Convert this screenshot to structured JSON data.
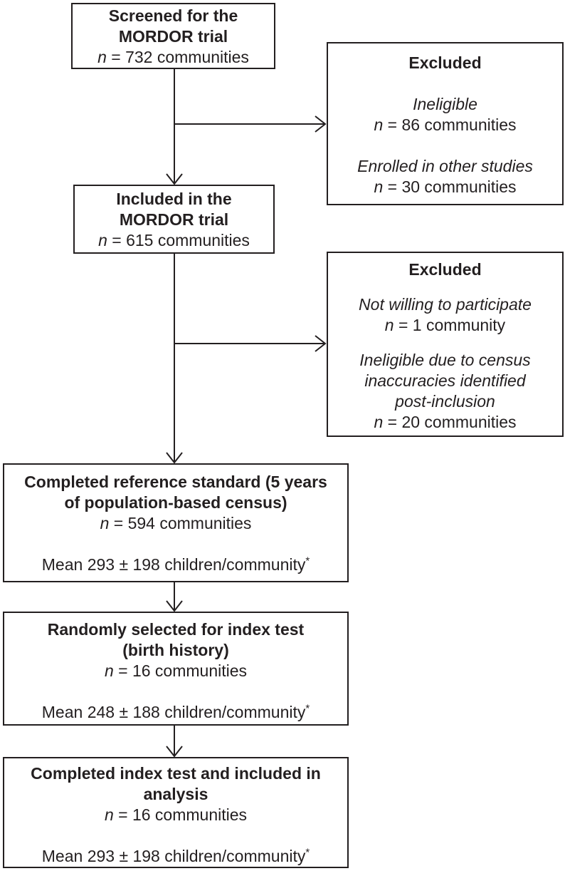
{
  "figure": {
    "colors": {
      "line": "#231f20",
      "background": "#ffffff"
    },
    "main_boxes": {
      "screened": {
        "title_lines": [
          "Screened for the",
          "MORDOR trial"
        ],
        "n_var": "n",
        "n_rest": " = 732 communities"
      },
      "included": {
        "title_lines": [
          "Included in the",
          "MORDOR trial"
        ],
        "n_var": "n",
        "n_rest": " = 615 communities"
      },
      "reference": {
        "title_lines": [
          "Completed reference standard (5 years",
          "of population-based census)"
        ],
        "n_var": "n",
        "n_rest": " = 594 communities",
        "mean": "Mean 293 ± 198 children/community",
        "footnote_mark": "*"
      },
      "index_selected": {
        "title_lines": [
          "Randomly selected for index test",
          "(birth history)"
        ],
        "n_var": "n",
        "n_rest": " = 16 communities",
        "mean": "Mean 248 ± 188 children/community",
        "footnote_mark": "*"
      },
      "index_completed": {
        "title_lines": [
          "Completed index test and included in",
          "analysis"
        ],
        "n_var": "n",
        "n_rest": " = 16 communities",
        "mean": "Mean 293 ± 198 children/community",
        "footnote_mark": "*"
      }
    },
    "excluded_boxes": {
      "first": {
        "heading": "Excluded",
        "items": [
          {
            "reason_lines": [
              "Ineligible"
            ],
            "n_var": "n",
            "n_rest": " = 86 communities"
          },
          {
            "reason_lines": [
              "Enrolled in other studies"
            ],
            "n_var": "n",
            "n_rest": " = 30 communities"
          }
        ]
      },
      "second": {
        "heading": "Excluded",
        "items": [
          {
            "reason_lines": [
              "Not willing to participate"
            ],
            "n_var": "n",
            "n_rest": " = 1 community"
          },
          {
            "reason_lines": [
              "Ineligible due to census",
              "inaccuracies identified",
              "post-inclusion"
            ],
            "n_var": "n",
            "n_rest": " = 20 communities"
          }
        ]
      }
    }
  }
}
